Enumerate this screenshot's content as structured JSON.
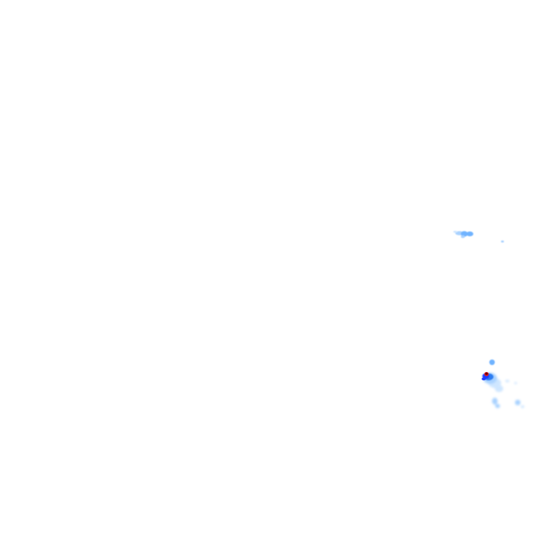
{
  "map": {
    "kind": "radar-precipitation-tile",
    "background_color": "#ffffff",
    "intensity_colors": {
      "very_light": "#cfe6ff",
      "light": "#a9d2ff",
      "moderate": "#6fb3ff",
      "heavy": "#2f7df0",
      "intense": "#1e3cff",
      "severe": "#e0171b",
      "extreme": "#6b0000"
    },
    "echoes": [
      {
        "name": "cluster-north-east",
        "intensity": "moderate"
      },
      {
        "name": "speck-east",
        "intensity": "very_light"
      },
      {
        "name": "cell-south-east",
        "intensity": "extreme"
      },
      {
        "name": "cell-south-east-pop",
        "intensity": "heavy"
      },
      {
        "name": "trail-south-east",
        "intensity": "light"
      },
      {
        "name": "patch-far-south-east",
        "intensity": "light"
      }
    ]
  }
}
